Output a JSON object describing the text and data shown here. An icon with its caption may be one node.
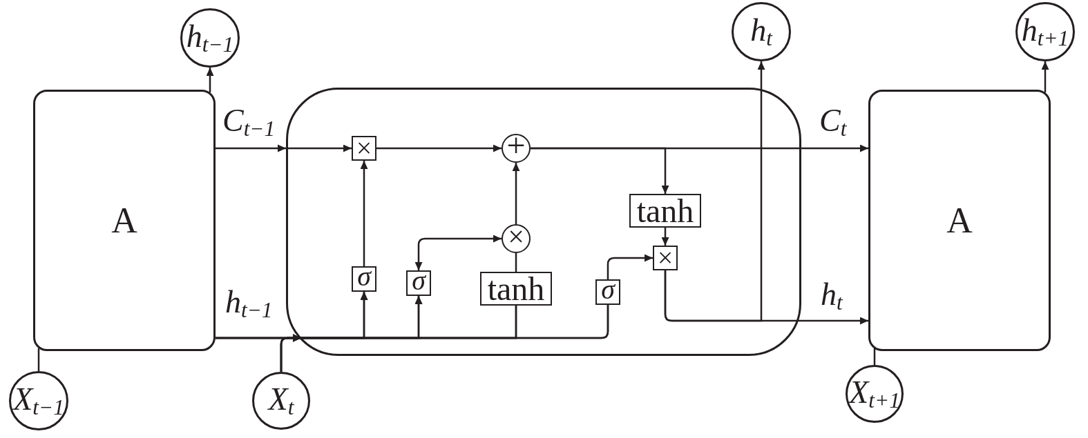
{
  "diagram": {
    "nodes": [
      {
        "text": [
          "h$_{t−1}$"
        ]
      },
      {
        "text": [
          "h$_{t}$"
        ]
      },
      {
        "text": [
          "h$_{t+1}$"
        ]
      },
      {
        "text": [
          "A"
        ]
      },
      {
        "text": [],
        "shape": "box"
      },
      {
        "text": [
          "A"
        ]
      },
      {
        "text": [
          "×"
        ],
        "in": 4
      },
      {
        "text": [
          "+"
        ],
        "in": 4
      },
      {
        "text": [
          "×"
        ],
        "in": 4
      },
      {
        "text": [
          "tanh"
        ],
        "in": 4
      },
      {
        "text": [
          "×"
        ],
        "in": 4
      },
      {
        "text": [
          "σ"
        ],
        "in": 4
      },
      {
        "text": [
          "σ"
        ],
        "in": 4
      },
      {
        "text": [
          "tanh"
        ],
        "in": 4
      },
      {
        "text": [
          "σ"
        ],
        "in": 4
      },
      {
        "text": [
          "X$_{t−1}$"
        ]
      },
      {
        "text": [
          "X$_{t}$"
        ]
      },
      {
        "text": [
          "X$_{t+1}$"
        ]
      }
    ],
    "edges": [
      {
        "from": 3,
        "to": 0,
        "arrow": "to"
      },
      {
        "from": 15,
        "to": 3,
        "arrow": "none"
      },
      {
        "from": 3,
        "to": 6,
        "arrow": "to",
        "label": "C$_{t−1}$"
      },
      {
        "from": 6,
        "to": 7,
        "arrow": "to"
      },
      {
        "from": 7,
        "to": 5,
        "arrow": "to",
        "label": "C$_{t}$"
      },
      {
        "from": 7,
        "to": 9,
        "arrow": "to"
      },
      {
        "from": 9,
        "to": 10,
        "arrow": "to"
      },
      {
        "from": 3,
        "to": 11,
        "arrow": "to",
        "label": "h$_{t−1}$"
      },
      {
        "from": 3,
        "to": 12,
        "arrow": "to"
      },
      {
        "from": 3,
        "to": 13,
        "arrow": "to"
      },
      {
        "from": 3,
        "to": 14,
        "arrow": "to"
      },
      {
        "from": 16,
        "to": 11,
        "arrow": "to"
      },
      {
        "from": 16,
        "to": 12,
        "arrow": "to"
      },
      {
        "from": 16,
        "to": 13,
        "arrow": "to"
      },
      {
        "from": 16,
        "to": 14,
        "arrow": "to"
      },
      {
        "from": 11,
        "to": 6,
        "arrow": "to"
      },
      {
        "from": 12,
        "to": 8,
        "arrow": "both"
      },
      {
        "from": 13,
        "to": 8,
        "arrow": "none"
      },
      {
        "from": 8,
        "to": 7,
        "arrow": "to"
      },
      {
        "from": 14,
        "to": 10,
        "arrow": "to"
      },
      {
        "from": 10,
        "to": 5,
        "arrow": "to",
        "label": "h$_{t}$"
      },
      {
        "from": 10,
        "to": 1,
        "arrow": "to"
      },
      {
        "from": 5,
        "to": 2,
        "arrow": "to"
      },
      {
        "from": 17,
        "to": 5,
        "arrow": "none"
      }
    ]
  }
}
